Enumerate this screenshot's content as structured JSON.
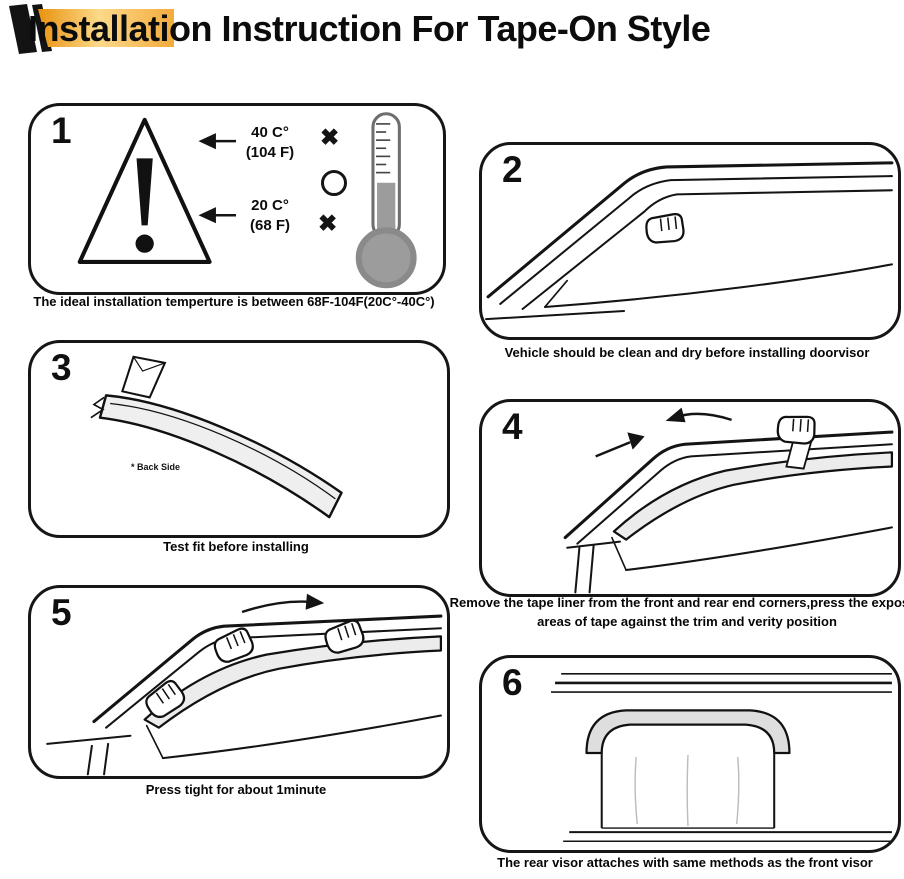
{
  "header": {
    "title": "Installation Instruction For Tape-On Style"
  },
  "steps": [
    {
      "number": "1",
      "caption": "The ideal installation temperture is between 68F-104F(20C°-40C°)",
      "temps": {
        "high_c": "40 C°",
        "high_f": "(104 F)",
        "low_c": "20 C°",
        "low_f": "(68 F)"
      },
      "symbols": {
        "not_ok": "✖",
        "ok": "○"
      }
    },
    {
      "number": "2",
      "caption": "Vehicle should be clean and dry before installing doorvisor"
    },
    {
      "number": "3",
      "caption": "Test fit before installing",
      "back_side_label": "* Back Side"
    },
    {
      "number": "4",
      "caption": "Remove the tape liner from the front and rear end corners,press the exposed areas of tape against the trim and verity position"
    },
    {
      "number": "5",
      "caption": "Press tight for about 1minute"
    },
    {
      "number": "6",
      "caption": "The rear visor attaches with same methods as the front visor"
    }
  ]
}
